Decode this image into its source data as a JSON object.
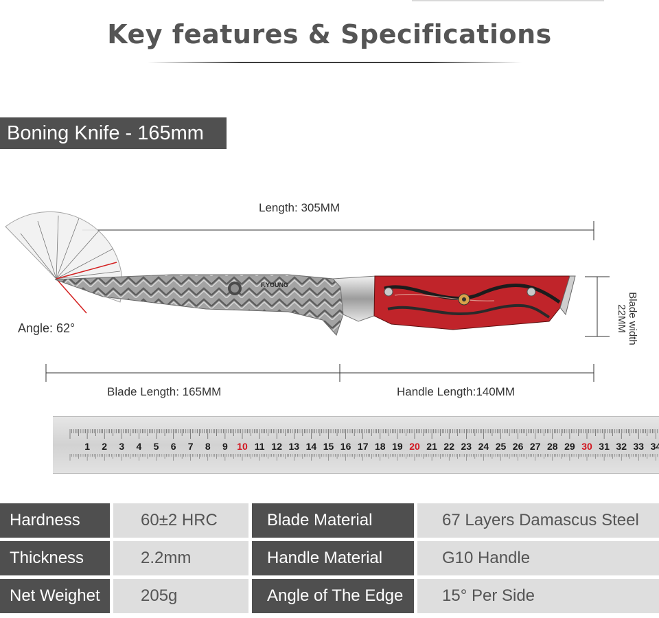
{
  "header": {
    "title": "Key features & Specifications"
  },
  "product": {
    "label": "Boning Knife - 165mm"
  },
  "dimensions": {
    "length": "Length: 305MM",
    "angle": "Angle: 62°",
    "blade_width": "Blade width 22MM",
    "blade_length": "Blade Length: 165MM",
    "handle_length": "Handle Length:140MM"
  },
  "knife": {
    "brand": "F.YOUNG",
    "blade_color": "#9a9a9a",
    "handle_color": "#c0242a"
  },
  "ruler": {
    "numbers": [
      "1",
      "2",
      "3",
      "4",
      "5",
      "6",
      "7",
      "8",
      "9",
      "10",
      "11",
      "12",
      "13",
      "14",
      "15",
      "16",
      "17",
      "18",
      "19",
      "20",
      "21",
      "22",
      "23",
      "24",
      "25",
      "26",
      "27",
      "28",
      "29",
      "30",
      "31",
      "32",
      "33",
      "34"
    ],
    "highlight_numbers": [
      "10",
      "20",
      "30"
    ],
    "highlight_color": "#d2141e"
  },
  "specs": {
    "rows": [
      {
        "label1": "Hardness",
        "value1": "60±2 HRC",
        "label2": "Blade Material",
        "value2": "67 Layers Damascus Steel"
      },
      {
        "label1": "Thickness",
        "value1": "2.2mm",
        "label2": "Handle Material",
        "value2": "G10 Handle"
      },
      {
        "label1": "Net Weighet",
        "value1": "205g",
        "label2": "Angle of The Edge",
        "value2": "15° Per Side"
      }
    ]
  }
}
